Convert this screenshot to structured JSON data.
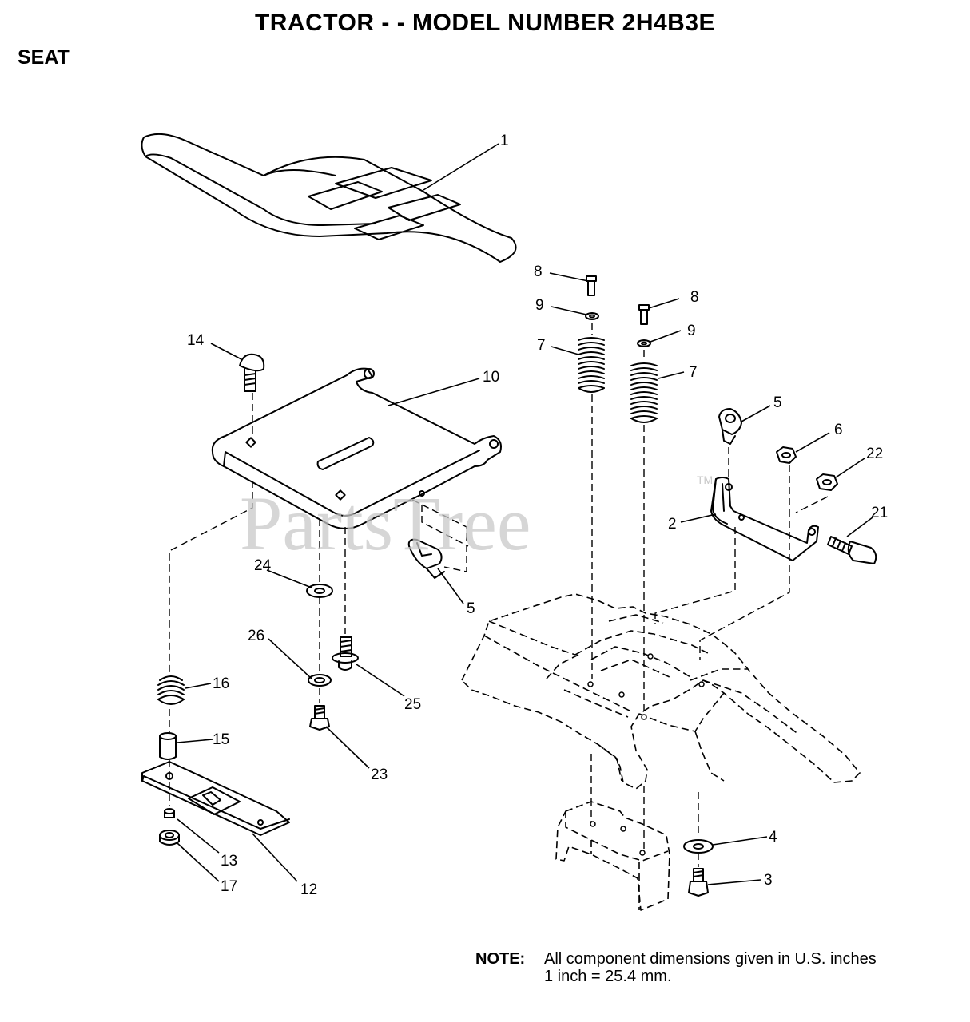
{
  "title": "TRACTOR - - MODEL NUMBER 2H4B3E",
  "section": "SEAT",
  "watermark": {
    "text": "PartsTree",
    "tm": "TM",
    "color": "#c8c8c8"
  },
  "callouts": [
    {
      "id": "c1",
      "label": "1"
    },
    {
      "id": "c2",
      "label": "2"
    },
    {
      "id": "c3",
      "label": "3"
    },
    {
      "id": "c4",
      "label": "4"
    },
    {
      "id": "c5a",
      "label": "5"
    },
    {
      "id": "c5b",
      "label": "5"
    },
    {
      "id": "c6",
      "label": "6"
    },
    {
      "id": "c7a",
      "label": "7"
    },
    {
      "id": "c7b",
      "label": "7"
    },
    {
      "id": "c8a",
      "label": "8"
    },
    {
      "id": "c8b",
      "label": "8"
    },
    {
      "id": "c9a",
      "label": "9"
    },
    {
      "id": "c9b",
      "label": "9"
    },
    {
      "id": "c10",
      "label": "10"
    },
    {
      "id": "c12",
      "label": "12"
    },
    {
      "id": "c13",
      "label": "13"
    },
    {
      "id": "c14",
      "label": "14"
    },
    {
      "id": "c15",
      "label": "15"
    },
    {
      "id": "c16",
      "label": "16"
    },
    {
      "id": "c17",
      "label": "17"
    },
    {
      "id": "c21",
      "label": "21"
    },
    {
      "id": "c22",
      "label": "22"
    },
    {
      "id": "c23",
      "label": "23"
    },
    {
      "id": "c24",
      "label": "24"
    },
    {
      "id": "c25",
      "label": "25"
    },
    {
      "id": "c26",
      "label": "26"
    }
  ],
  "note": {
    "label": "NOTE:",
    "line1": "All component dimensions given in U.S. inches",
    "line2": "1 inch = 25.4 mm."
  }
}
